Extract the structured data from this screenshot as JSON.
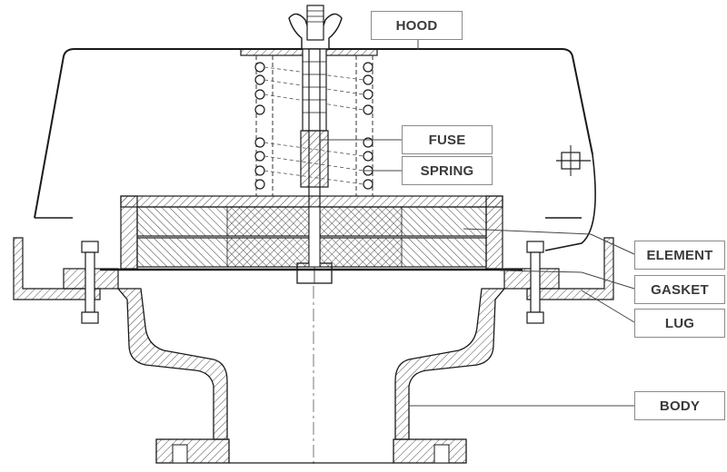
{
  "labels": {
    "hood": "HOOD",
    "fuse": "FUSE",
    "spring": "SPRING",
    "element": "ELEMENT",
    "gasket": "GASKET",
    "lug": "LUG",
    "body": "BODY"
  },
  "colors": {
    "line": "#1a1a1a",
    "leader": "#444444",
    "label_border": "#8a8a8a",
    "label_text": "#3a3a3a"
  }
}
